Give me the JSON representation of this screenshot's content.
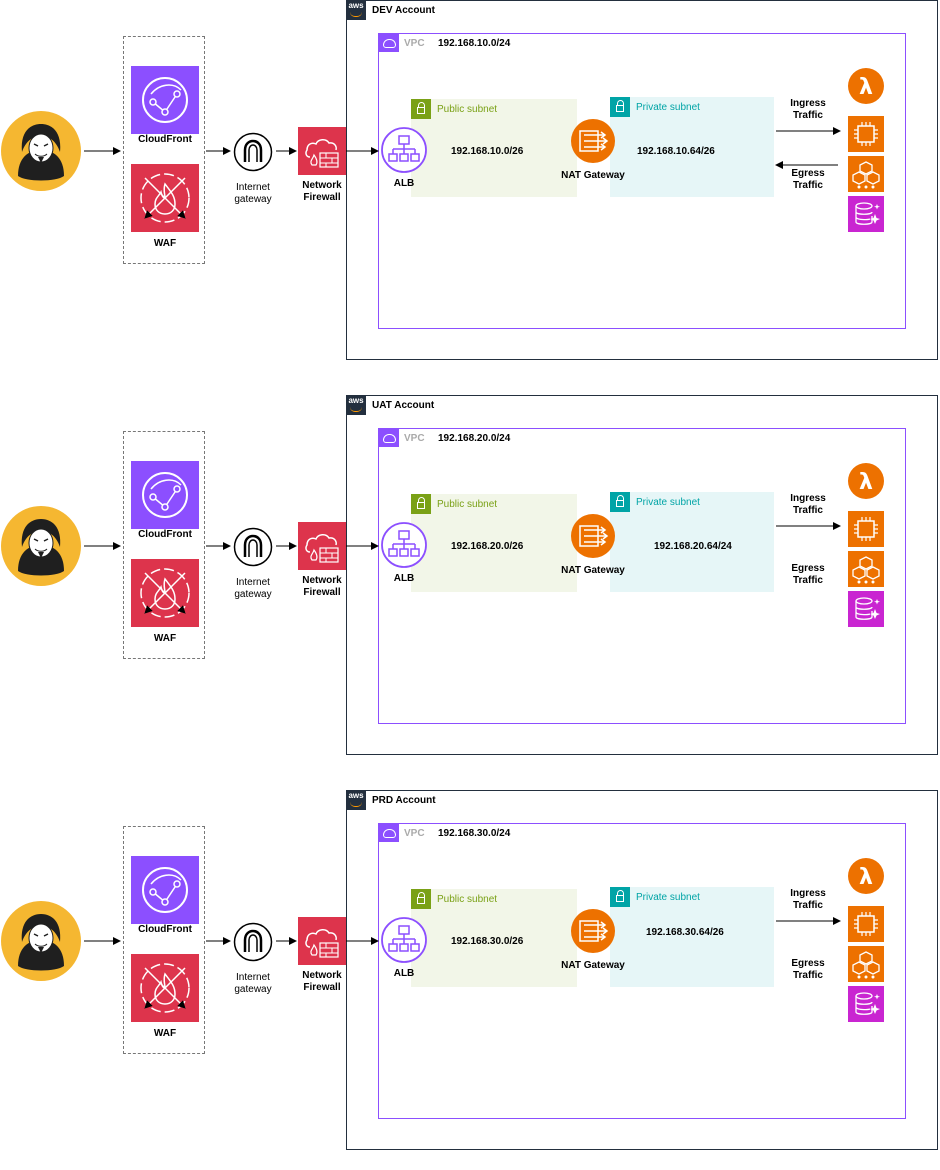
{
  "accounts": [
    {
      "account_title": "DEV Account",
      "vpc_label": "VPC",
      "vpc_cidr": "192.168.10.0/24",
      "public_subnet_label": "Public subnet",
      "public_subnet_cidr": "192.168.10.0/26",
      "private_subnet_label": "Private subnet",
      "private_subnet_cidr": "192.168.10.64/26",
      "cloudfront_label": "CloudFront",
      "waf_label": "WAF",
      "igw_label": "Internet\ngateway",
      "firewall_label": "Network\nFirewall",
      "alb_label": "ALB",
      "nat_label": "NAT Gateway",
      "ingress_label": "Ingress\nTraffic",
      "egress_label": "Egress\nTraffic",
      "aws_badge": "aws"
    },
    {
      "account_title": "UAT Account",
      "vpc_label": "VPC",
      "vpc_cidr": "192.168.20.0/24",
      "public_subnet_label": "Public subnet",
      "public_subnet_cidr": "192.168.20.0/26",
      "private_subnet_label": "Private subnet",
      "private_subnet_cidr": "192.168.20.64/24",
      "cloudfront_label": "CloudFront",
      "waf_label": "WAF",
      "igw_label": "Internet\ngateway",
      "firewall_label": "Network\nFirewall",
      "alb_label": "ALB",
      "nat_label": "NAT Gateway",
      "ingress_label": "Ingress\nTraffic",
      "egress_label": "Egress\nTraffic",
      "aws_badge": "aws"
    },
    {
      "account_title": "PRD Account",
      "vpc_label": "VPC",
      "vpc_cidr": "192.168.30.0/24",
      "public_subnet_label": "Public subnet",
      "public_subnet_cidr": "192.168.30.0/26",
      "private_subnet_label": "Private subnet",
      "private_subnet_cidr": "192.168.30.64/26",
      "cloudfront_label": "CloudFront",
      "waf_label": "WAF",
      "igw_label": "Internet\ngateway",
      "firewall_label": "Network\nFirewall",
      "alb_label": "ALB",
      "nat_label": "NAT Gateway",
      "ingress_label": "Ingress\nTraffic",
      "egress_label": "Egress\nTraffic",
      "aws_badge": "aws"
    }
  ],
  "colors": {
    "cloudfront": "#8c4fff",
    "waf": "#dd344c",
    "firewall": "#dd344c",
    "alb": "#8c4fff",
    "nat": "#ed7100",
    "compute": "#ed7100",
    "database": "#c925d1",
    "vpc": "#8c4fff",
    "public_subnet": "#7aa116",
    "private_subnet": "#00a4a6",
    "attacker_face": "#f5b731"
  },
  "icons": [
    "attacker-icon",
    "cloudfront-icon",
    "waf-icon",
    "internet-gateway-icon",
    "network-firewall-icon",
    "alb-icon",
    "nat-gateway-icon",
    "lambda-icon",
    "ec2-icon",
    "container-icon",
    "database-icon"
  ]
}
